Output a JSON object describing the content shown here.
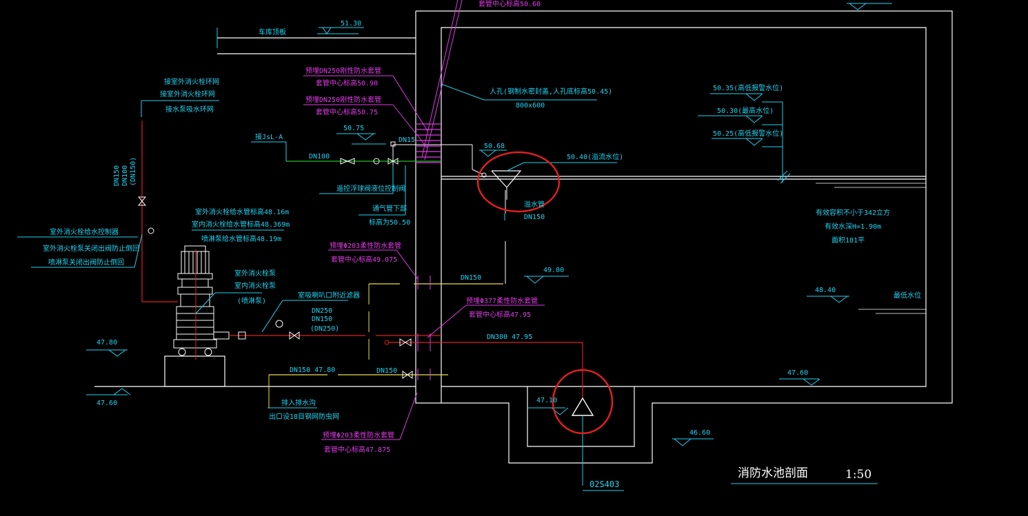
{
  "title": "消防水池剖面",
  "scale": "1:50",
  "standard": "02S403",
  "colors": {
    "background": "#000000",
    "structure": "#ffffff",
    "annotation": "#22d3f0",
    "sleeve": "#e23ce8",
    "water_pipe": "#e02020",
    "supply_pipe": "#22c02a",
    "drain_pipe": "#f0e04a",
    "highlight": "#e02020"
  },
  "levels": {
    "roof": "51.30",
    "l5075": "50.75",
    "l5068": "50.68",
    "l5040": "50.40(溢流水位)",
    "l5035": "50.35(高低报警水位)",
    "l5030": "50.30(最高水位)",
    "l5025": "50.25(高低报警水位)",
    "l4900": "49.00",
    "l4840": "48.40",
    "l4780": "47.80",
    "l4760_left": "47.60",
    "l4760_right": "47.60",
    "l4710": "47.10",
    "l4660": "46.60"
  },
  "labels": {
    "roof_slab": "车库顶板",
    "sleeve1_a": "预埋DN250刚性防水套管",
    "sleeve1_b": "套管中心标高50.90",
    "sleeve2_a": "预埋DN250刚性防水套管",
    "sleeve2_b": "套管中心标高50.75",
    "sleeve_top": "套管中心标高50.60",
    "manhole_a": "人孔(钢制水密封盖,人孔底标高50.45)",
    "manhole_b": "800x600",
    "supply": "接JsL-A",
    "dn100": "DN100",
    "dn15": "DN15",
    "float_valve": "遥控浮球阀液位控制阀",
    "vent_a": "通气管下部",
    "vent_b": "标高为50.50",
    "overflow_a": "溢水管",
    "overflow_b": "DN150",
    "capacity_a": "有效容积不小于342立方",
    "capacity_b": "有效水深H=1.90m",
    "capacity_c": "面积181平",
    "lowest_water": "最低水位",
    "outdoor_a": "接室外消火栓环网",
    "outdoor_b": "接室外消火栓环网",
    "outdoor_c": "接水泵吸水环网",
    "dn_vert_a": "DN150",
    "dn_vert_b": "DN100",
    "dn_vert_c": "(DN150)",
    "pump_ctl_a": "室外消火栓给水控制器",
    "pump_ctl_b": "室外消火栓泵关闭出阀防止倒回",
    "pump_ctl_c": "喷淋泵关闭出阀防止倒回",
    "pump_elev_a": "室外消火栓给水管标高48.16m",
    "pump_elev_b": "室内消火栓给水管标高48.369m",
    "pump_elev_c": "喷淋泵给水管标高48.19m",
    "pump_a": "室外消火栓泵",
    "pump_b": "室内消火栓泵",
    "pump_c": "(喷淋泵)",
    "suction_filter": "室吸喇叭口附近滤器",
    "dn250": "DN250",
    "dn150_b": "DN150",
    "dn250_c": "(DN250)",
    "sleeve3_a": "预埋Φ203柔性防水套管",
    "sleeve3_b": "套管中心标高49.075",
    "dn150_mid": "DN150",
    "sleeve4_a": "预埋Φ377柔性防水套管",
    "sleeve4_b": "套管中心标高47.95",
    "dn300": "DN300  47.95",
    "dn150_low": "DN150  47.80",
    "dn150_low2": "DN150",
    "drain_a": "排入排水沟",
    "drain_b": "出口设18目钢网防虫网",
    "sleeve5_a": "预埋Φ203柔性防水套管",
    "sleeve5_b": "套管中心标高47.875"
  }
}
